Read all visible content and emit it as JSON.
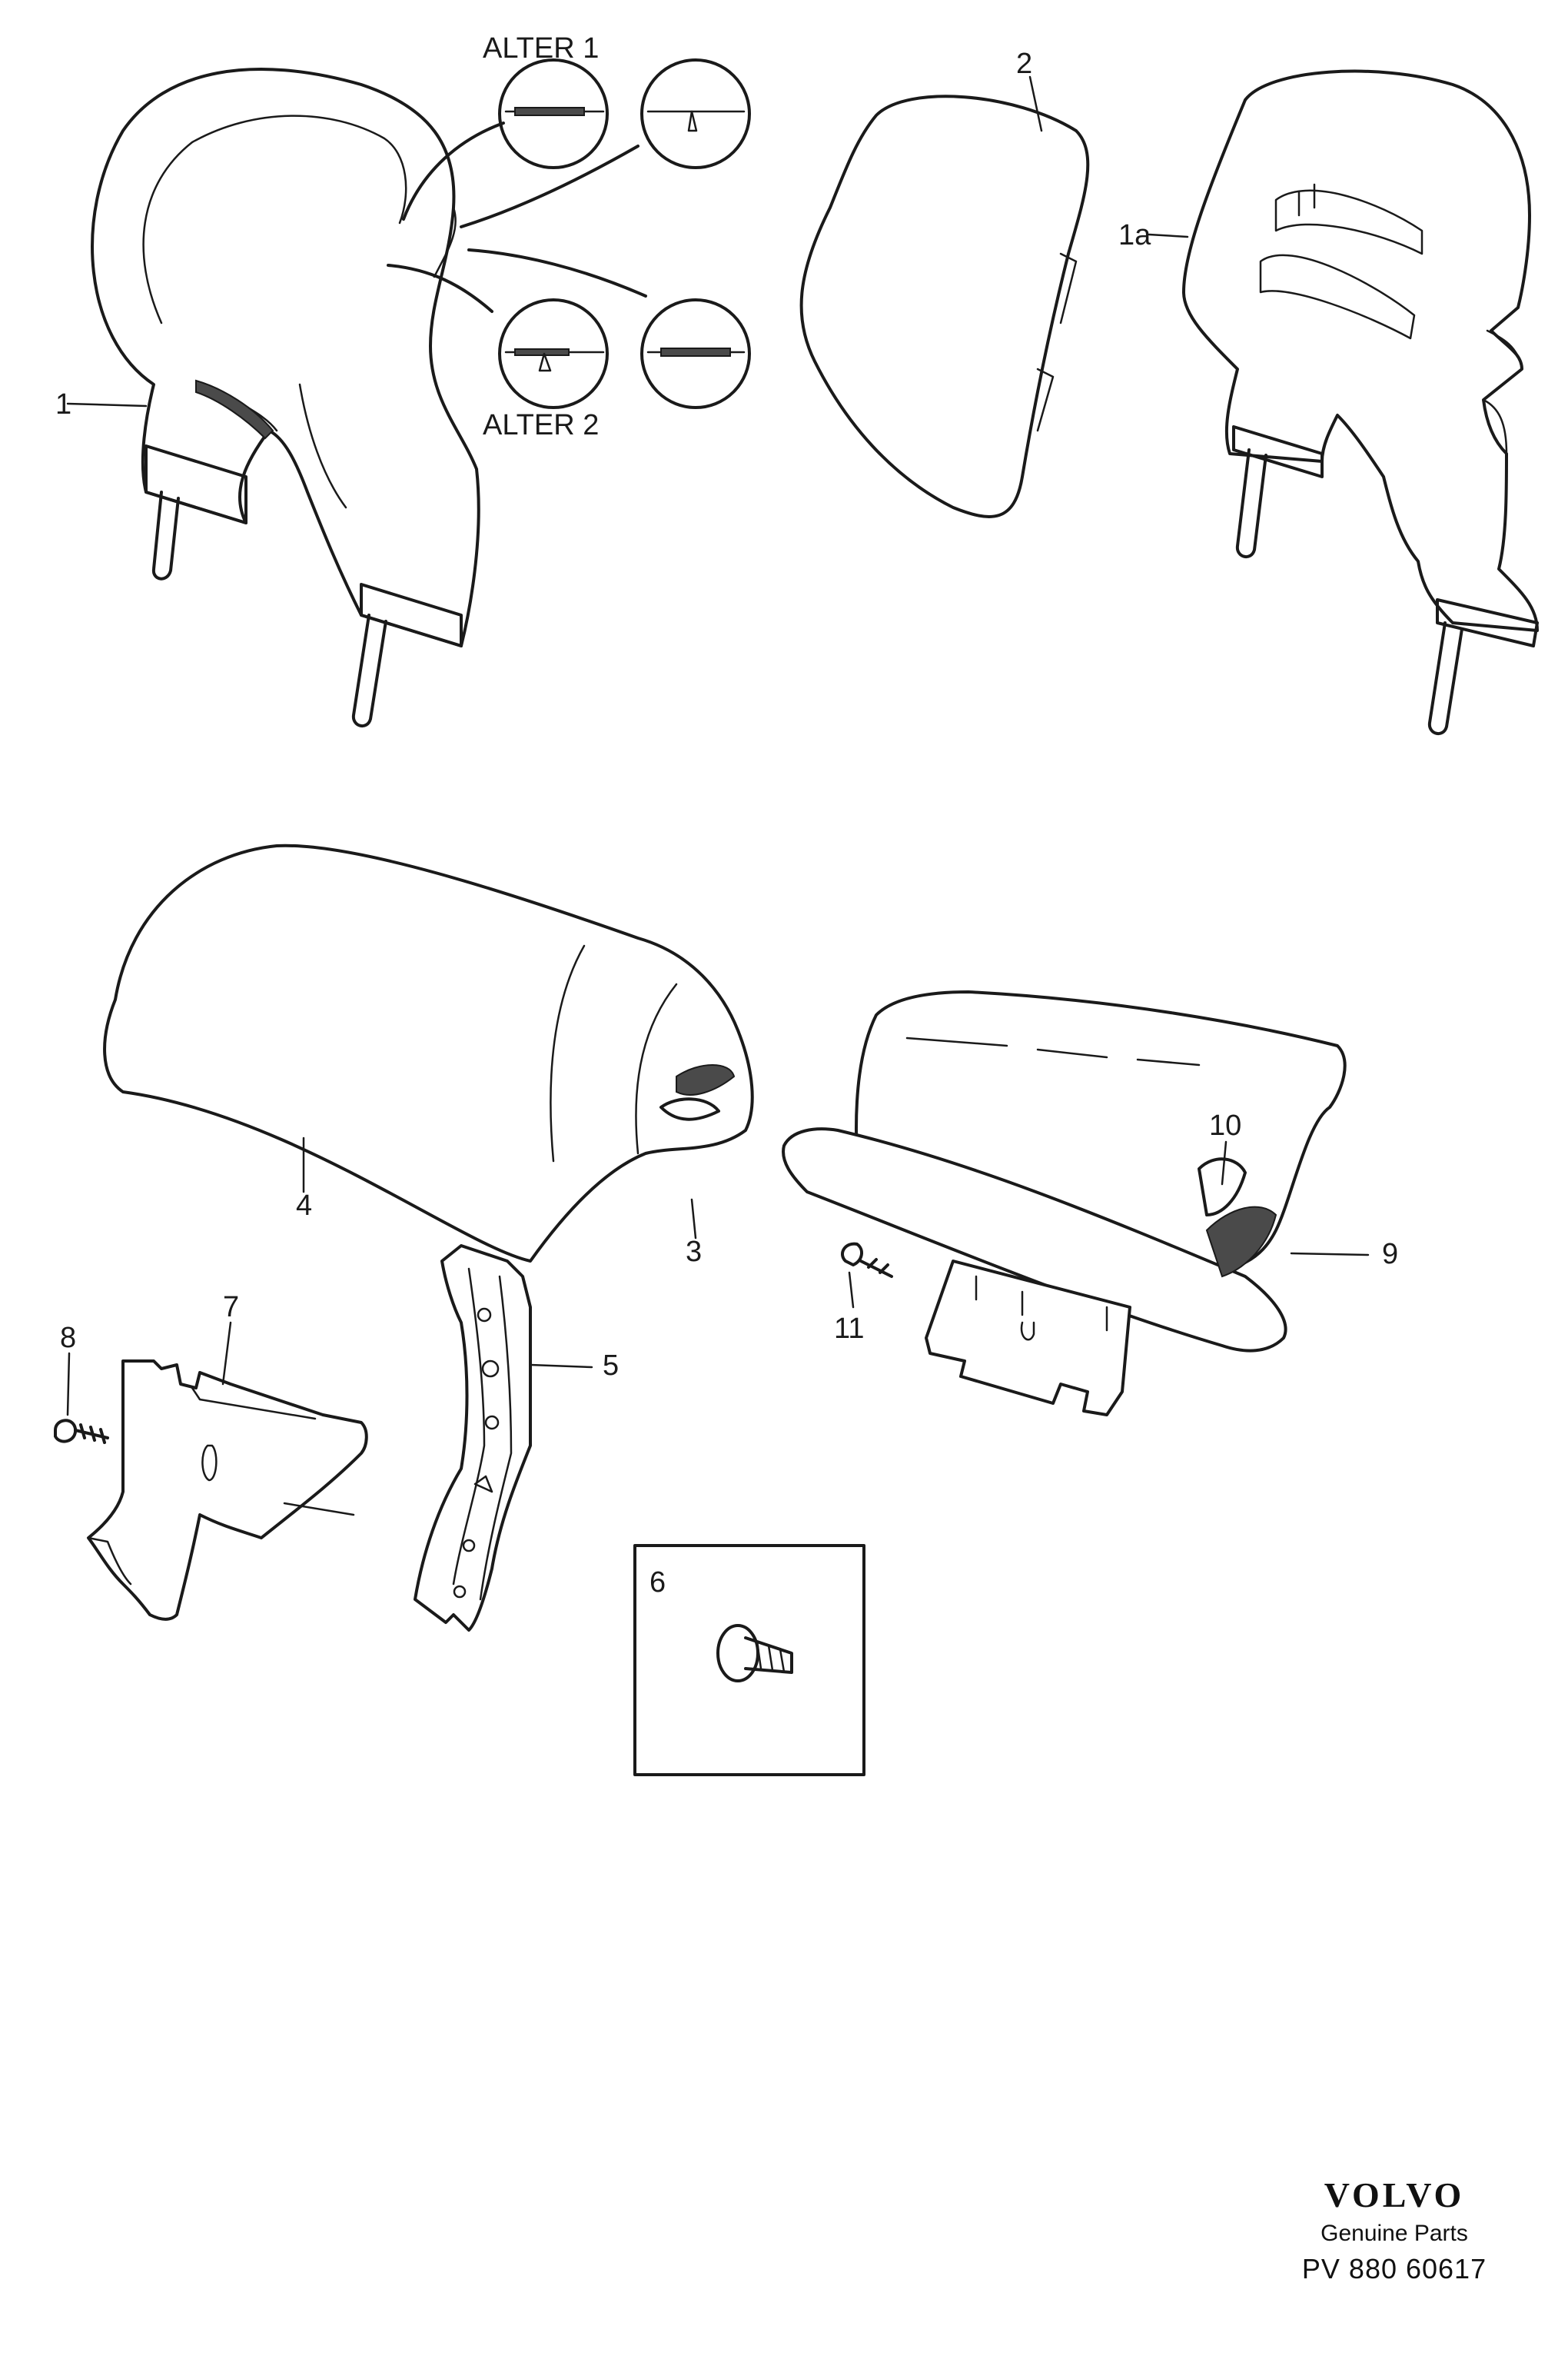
{
  "callouts": {
    "alter1": "ALTER 1",
    "alter2": "ALTER 2",
    "p1": "1",
    "p1a": "1a",
    "p2": "2",
    "p3": "3",
    "p4": "4",
    "p5": "5",
    "p6": "6",
    "p7": "7",
    "p8": "8",
    "p9": "9",
    "p10": "10",
    "p11": "11"
  },
  "footer": {
    "brand": "VOLVO",
    "tagline": "Genuine Parts",
    "reference": "PV 880 60617"
  }
}
